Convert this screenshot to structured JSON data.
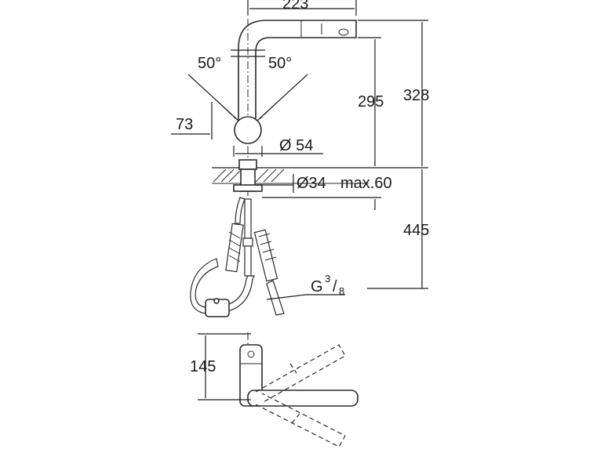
{
  "colors": {
    "line": "#1a1a1a",
    "background": "#ffffff"
  },
  "dimensions": {
    "spout_reach": "223",
    "height_to_outlet": "295",
    "total_height": "328",
    "lever_offset": "73",
    "body_diameter": "Ø 54",
    "hole_diameter": "Ø34",
    "deck_thickness": "max.60",
    "hose_length": "445",
    "lever_angle_left": "50°",
    "lever_angle_right": "50°",
    "thread_base": "G",
    "thread_num": "3",
    "thread_den": "8",
    "top_view_depth": "145"
  }
}
